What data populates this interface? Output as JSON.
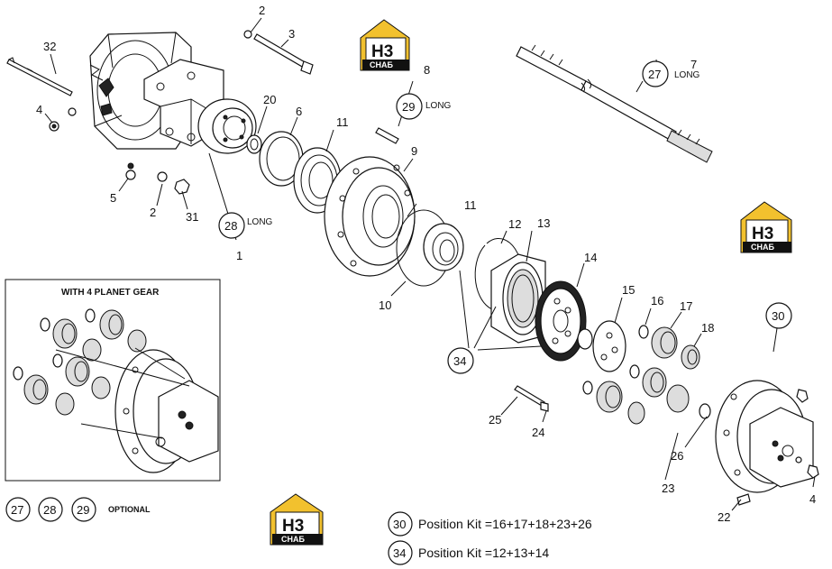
{
  "logo": {
    "mark": "H3",
    "text": "СНАБ",
    "accent": "#f2c12e"
  },
  "inset": {
    "title": "WITH 4 PLANET GEAR"
  },
  "optional": {
    "nums": [
      "27",
      "28",
      "29"
    ],
    "label": "OPTIONAL"
  },
  "kits": [
    {
      "num": "30",
      "text": "Position Kit =16+17+18+23+26"
    },
    {
      "num": "34",
      "text": "Position Kit =12+13+14"
    }
  ],
  "callouts": {
    "c1": "1",
    "c2a": "2",
    "c2b": "2",
    "c3": "3",
    "c4a": "4",
    "c4b": "4",
    "c5": "5",
    "c6": "6",
    "c7": "7",
    "c8": "8",
    "c9": "9",
    "c10": "10",
    "c11a": "11",
    "c11b": "11",
    "c12": "12",
    "c13": "13",
    "c14": "14",
    "c15": "15",
    "c16": "16",
    "c17": "17",
    "c18": "18",
    "c20": "20",
    "c22": "22",
    "c23": "23",
    "c24": "24",
    "c25": "25",
    "c26": "26",
    "c31": "31",
    "c32": "32"
  },
  "circled": {
    "n27": "27",
    "n28": "28",
    "n29": "29",
    "n30": "30",
    "n34": "34",
    "long": "LONG"
  }
}
